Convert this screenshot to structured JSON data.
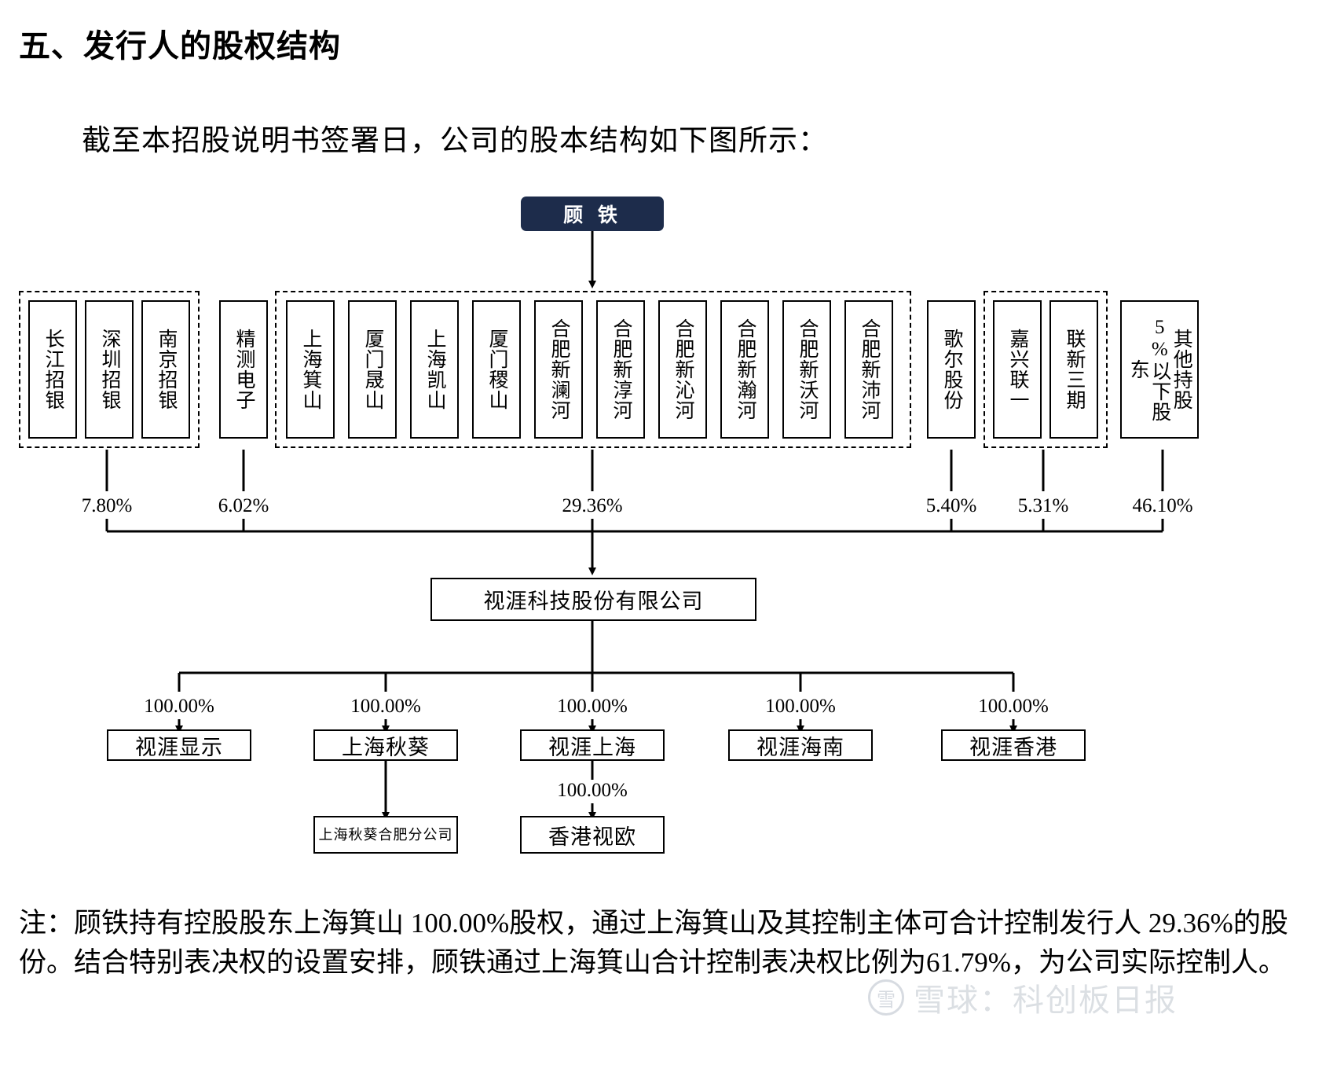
{
  "header": {
    "title": "五、发行人的股权结构",
    "intro": "截至本招股说明书签署日，公司的股本结构如下图所示："
  },
  "root": {
    "label": "顾 铁"
  },
  "shareholders": [
    {
      "label": "长江招银",
      "group": 1
    },
    {
      "label": "深圳招银",
      "group": 1
    },
    {
      "label": "南京招银",
      "group": 1
    },
    {
      "label": "精测电子",
      "group": 0
    },
    {
      "label": "上海箕山",
      "group": 2
    },
    {
      "label": "厦门晟山",
      "group": 2
    },
    {
      "label": "上海凯山",
      "group": 2
    },
    {
      "label": "厦门稷山",
      "group": 2
    },
    {
      "label": "合肥新澜河",
      "group": 2
    },
    {
      "label": "合肥新淳河",
      "group": 2
    },
    {
      "label": "合肥新沁河",
      "group": 2
    },
    {
      "label": "合肥新瀚河",
      "group": 2
    },
    {
      "label": "合肥新沃河",
      "group": 2
    },
    {
      "label": "合肥新沛河",
      "group": 2
    },
    {
      "label": "歌尔股份",
      "group": 0
    },
    {
      "label": "嘉兴联一",
      "group": 3
    },
    {
      "label": "联新三期",
      "group": 3
    },
    {
      "label": "其他持股5%以下股东",
      "group": 0
    }
  ],
  "shareholder_percents": [
    {
      "value": "7.80%"
    },
    {
      "value": "6.02%"
    },
    {
      "value": "29.36%"
    },
    {
      "value": "5.40%"
    },
    {
      "value": "5.31%"
    },
    {
      "value": "46.10%"
    }
  ],
  "issuer": {
    "label": "视涯科技股份有限公司"
  },
  "subsidiaries": [
    {
      "label": "视涯显示",
      "percent": "100.00%"
    },
    {
      "label": "上海秋葵",
      "percent": "100.00%"
    },
    {
      "label": "视涯上海",
      "percent": "100.00%"
    },
    {
      "label": "视涯海南",
      "percent": "100.00%"
    },
    {
      "label": "视涯香港",
      "percent": "100.00%"
    }
  ],
  "sub_subsidiaries": [
    {
      "label": "上海秋葵合肥分公司",
      "percent": ""
    },
    {
      "label": "香港视欧",
      "percent": "100.00%"
    }
  ],
  "note": "注：顾铁持有控股股东上海箕山 100.00%股权，通过上海箕山及其控制主体可合计控制发行人 29.36%的股份。结合特别表决权的设置安排，顾铁通过上海箕山合计控制表决权比例为61.79%，为公司实际控制人。",
  "watermark": {
    "logo": "雪",
    "text": "雪球：科创板日报"
  },
  "colors": {
    "root_fill": "#1d2c4b",
    "line": "#000000",
    "watermark": "#8b97a6"
  }
}
